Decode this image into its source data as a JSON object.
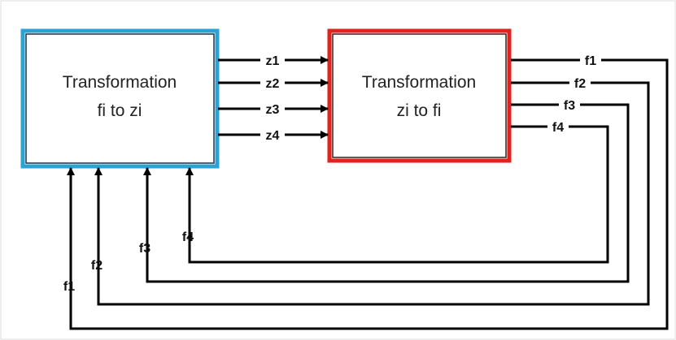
{
  "diagram": {
    "left_box": {
      "line1": "Transformation",
      "line2": "fi to zi",
      "border_color": "#2aa3d4"
    },
    "right_box": {
      "line1": "Transformation",
      "line2": "zi to fi",
      "border_color": "#e0231d"
    },
    "forward_signals": [
      "z1",
      "z2",
      "z3",
      "z4"
    ],
    "feedback_signals_right": [
      "f1",
      "f2",
      "f3",
      "f4"
    ],
    "feedback_signals_bottom": [
      "f1",
      "f2",
      "f3",
      "f4"
    ],
    "frame_color": "#dddddd"
  }
}
